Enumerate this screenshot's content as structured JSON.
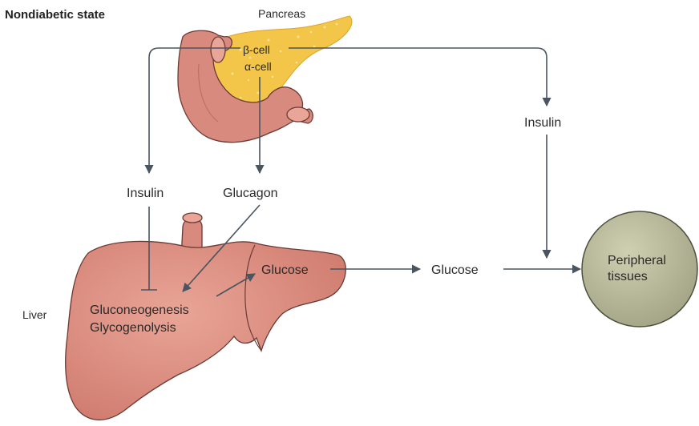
{
  "title": "Nondiabetic state",
  "labels": {
    "pancreas": "Pancreas",
    "beta_cell": "β-cell",
    "alpha_cell": "α-cell",
    "insulin_left": "Insulin",
    "glucagon": "Glucagon",
    "insulin_right": "Insulin",
    "liver": "Liver",
    "gluconeogenesis": "Gluconeogenesis",
    "glycogenolysis": "Glycogenolysis",
    "glucose_liver": "Glucose",
    "glucose_mid": "Glucose",
    "peripheral_line1": "Peripheral",
    "peripheral_line2": "tissues"
  },
  "colors": {
    "organ_fill": "#d98a7e",
    "organ_stroke": "#6b3a34",
    "pancreas_fill": "#f3c64a",
    "tissue_fill": "#b8b89a",
    "arrow": "#4a5560"
  }
}
